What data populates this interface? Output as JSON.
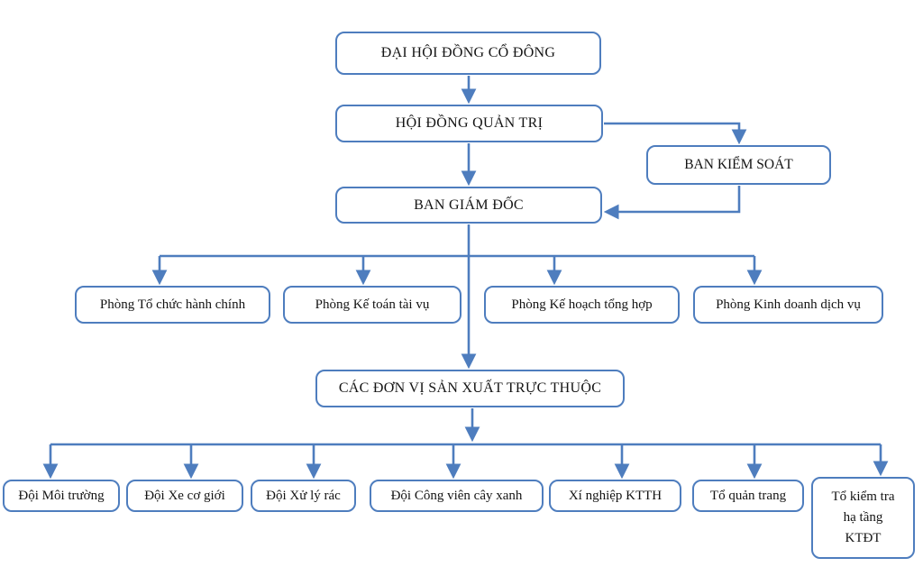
{
  "accent_color": "#4E7DBE",
  "nodes": {
    "dai_hoi_dong_co_dong": "ĐẠI HỘI ĐỒNG CỔ ĐÔNG",
    "hoi_dong_quan_tri": "HỘI ĐỒNG QUẢN TRỊ",
    "ban_kiem_soat": "BAN KIỂM SOÁT",
    "ban_giam_doc": "BAN GIÁM ĐỐC",
    "phong_to_chuc_hanh_chinh": "Phòng Tổ chức hành chính",
    "phong_ke_toan_tai_vu": "Phòng Kế toán tài vụ",
    "phong_ke_hoach_tong_hop": "Phòng Kế hoạch tổng hợp",
    "phong_kinh_doanh_dich_vu": "Phòng Kinh doanh dịch vụ",
    "cac_don_vi_san_xuat": "CÁC ĐƠN VỊ SẢN XUẤT TRỰC THUỘC",
    "doi_moi_truong": "Đội Môi trường",
    "doi_xe_co_gioi": "Đội Xe cơ giới",
    "doi_xu_ly_rac": "Đội Xử lý rác",
    "doi_cong_vien_cay_xanh": "Đội Công viên cây xanh",
    "xi_nghiep_ktth": "Xí nghiệp KTTH",
    "to_quan_trang": "Tổ quản trang",
    "to_kiem_tra_lines": [
      "Tổ kiểm tra",
      "hạ tầng",
      "KTĐT"
    ]
  },
  "edges": [
    {
      "from": "dai_hoi_dong_co_dong",
      "to": "hoi_dong_quan_tri"
    },
    {
      "from": "hoi_dong_quan_tri",
      "to": "ban_kiem_soat"
    },
    {
      "from": "ban_kiem_soat",
      "to": "ban_giam_doc"
    },
    {
      "from": "hoi_dong_quan_tri",
      "to": "ban_giam_doc"
    },
    {
      "from": "ban_giam_doc",
      "to": "phong_to_chuc_hanh_chinh"
    },
    {
      "from": "ban_giam_doc",
      "to": "phong_ke_toan_tai_vu"
    },
    {
      "from": "ban_giam_doc",
      "to": "phong_ke_hoach_tong_hop"
    },
    {
      "from": "ban_giam_doc",
      "to": "phong_kinh_doanh_dich_vu"
    },
    {
      "from": "ban_giam_doc",
      "to": "cac_don_vi_san_xuat"
    },
    {
      "from": "cac_don_vi_san_xuat",
      "to": "doi_moi_truong"
    },
    {
      "from": "cac_don_vi_san_xuat",
      "to": "doi_xe_co_gioi"
    },
    {
      "from": "cac_don_vi_san_xuat",
      "to": "doi_xu_ly_rac"
    },
    {
      "from": "cac_don_vi_san_xuat",
      "to": "doi_cong_vien_cay_xanh"
    },
    {
      "from": "cac_don_vi_san_xuat",
      "to": "xi_nghiep_ktth"
    },
    {
      "from": "cac_don_vi_san_xuat",
      "to": "to_quan_trang"
    },
    {
      "from": "cac_don_vi_san_xuat",
      "to": "to_kiem_tra_ha_tang_ktdt"
    }
  ]
}
